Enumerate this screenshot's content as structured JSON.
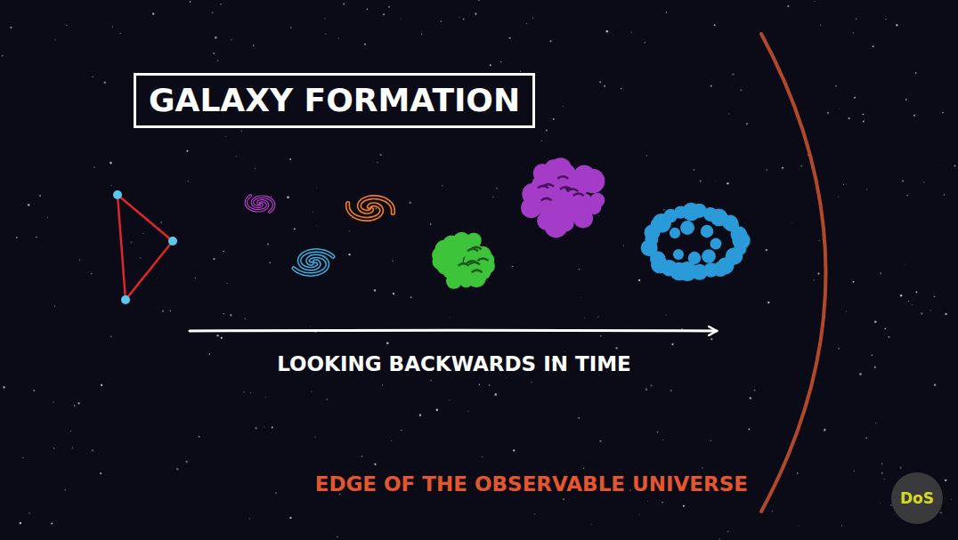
{
  "diagram": {
    "title": "GALAXY FORMATION",
    "labels": [
      "LOOKING BACKWARDS IN TIME",
      "EDGE OF THE OBSERVABLE UNIVERSE",
      "DoS"
    ]
  }
}
